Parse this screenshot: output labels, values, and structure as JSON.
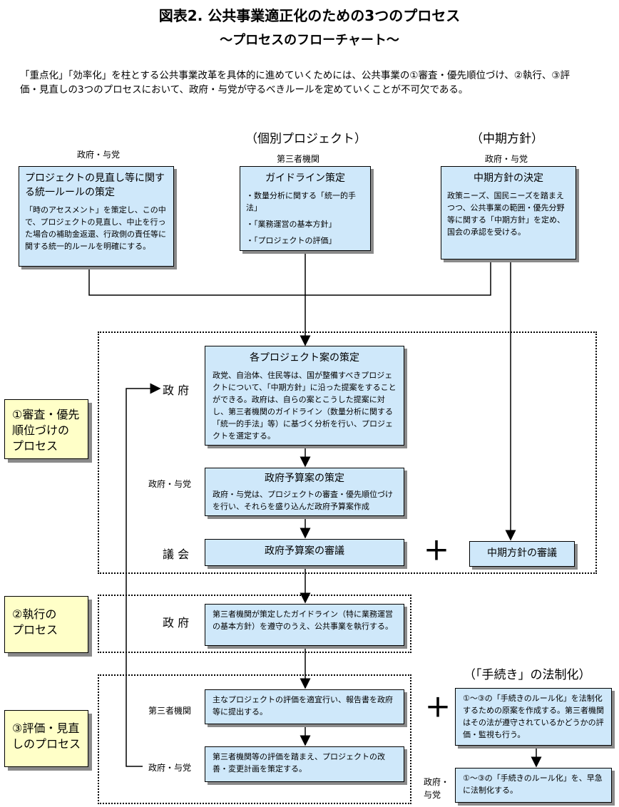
{
  "title": "図表2. 公共事業適正化のための3つのプロセス",
  "subtitle": "～プロセスのフローチャート～",
  "intro": "「重点化」「効率化」を柱とする公共事業改革を具体的に進めていくためには、公共事業の①審査・優先順位づけ、②執行、③評価・見直しの3つのプロセスにおいて、政府・与党が守るべきルールを定めていくことが不可欠である。",
  "headers": {
    "individual": "（個別プロジェクト）",
    "midterm": "（中期方針）",
    "procedure": "（「手続き」の法制化）"
  },
  "labels": {
    "top_left": "政府・与党",
    "top_center": "第三者機関",
    "top_right": "政府・与党",
    "gov1": "政 府",
    "gov_party1": "政府・与党",
    "diet": "議 会",
    "gov2": "政 府",
    "third_party": "第三者機関",
    "gov_party2": "政府・与党",
    "gov_party3": "政府・\n与党"
  },
  "processes": {
    "p1": "①審査・優先\n順位づけの\nプロセス",
    "p2": "②執行の\nプロセス",
    "p3": "③評価・見直\nしのプロセス"
  },
  "boxes": {
    "unified_rule": {
      "title": "プロジェクトの見直し等に関する統一ルールの策定",
      "body": "「時のアセスメント」を策定し、この中で、プロジェクトの見直し、中止を行った場合の補助金返還、行政側の責任等に関する統一的ルールを明確にする。"
    },
    "guideline": {
      "title": "ガイドライン策定",
      "items": [
        "・数量分析に関する「統一的手法」",
        "・「業務運営の基本方針」",
        "・「プロジェクトの評価」"
      ]
    },
    "midterm_decision": {
      "title": "中期方針の決定",
      "body": "政策ニーズ、国民ニーズを踏まえつつ、公共事業の範囲・優先分野等に関する「中期方針」を定め、国会の承認を受ける。"
    },
    "project_plan": {
      "title": "各プロジェクト案の策定",
      "body": "政党、自治体、住民等は、国が整備すべきプロジェクトについて、「中期方針」に沿った提案をすることができる。政府は、自らの案とこうした提案に対し、第三者機関のガイドライン（数量分析に関する「統一的手法」等）に基づく分析を行い、プロジェクトを選定する。"
    },
    "budget_plan": {
      "title": "政府予算案の策定",
      "body": "政府・与党は、プロジェクトの審査・優先順位づけを行い、それらを盛り込んだ政府予算案作成"
    },
    "budget_review": {
      "title": "政府予算案の審議"
    },
    "midterm_review": {
      "title": "中期方針の審議"
    },
    "execution": {
      "body": "第三者機関が策定したガイドライン（特に業務運営の基本方針）を遵守のうえ、公共事業を執行する。"
    },
    "evaluation": {
      "body": "主なプロジェクトの評価を適宜行い、報告書を政府等に提出する。"
    },
    "revision": {
      "body": "第三者機関等の評価を踏まえ、プロジェクトの改善・変更計画を策定する。"
    },
    "law_draft": {
      "body": "①～③の「手続きのルール化」を法制化するための原案を作成する。第三者機関はその法が遵守されているかどうかの評価・監視も行う。"
    },
    "law_enact": {
      "body": "①～③の「手続きのルール化」を、早急に法制化する。"
    }
  },
  "plus_sign": "＋"
}
